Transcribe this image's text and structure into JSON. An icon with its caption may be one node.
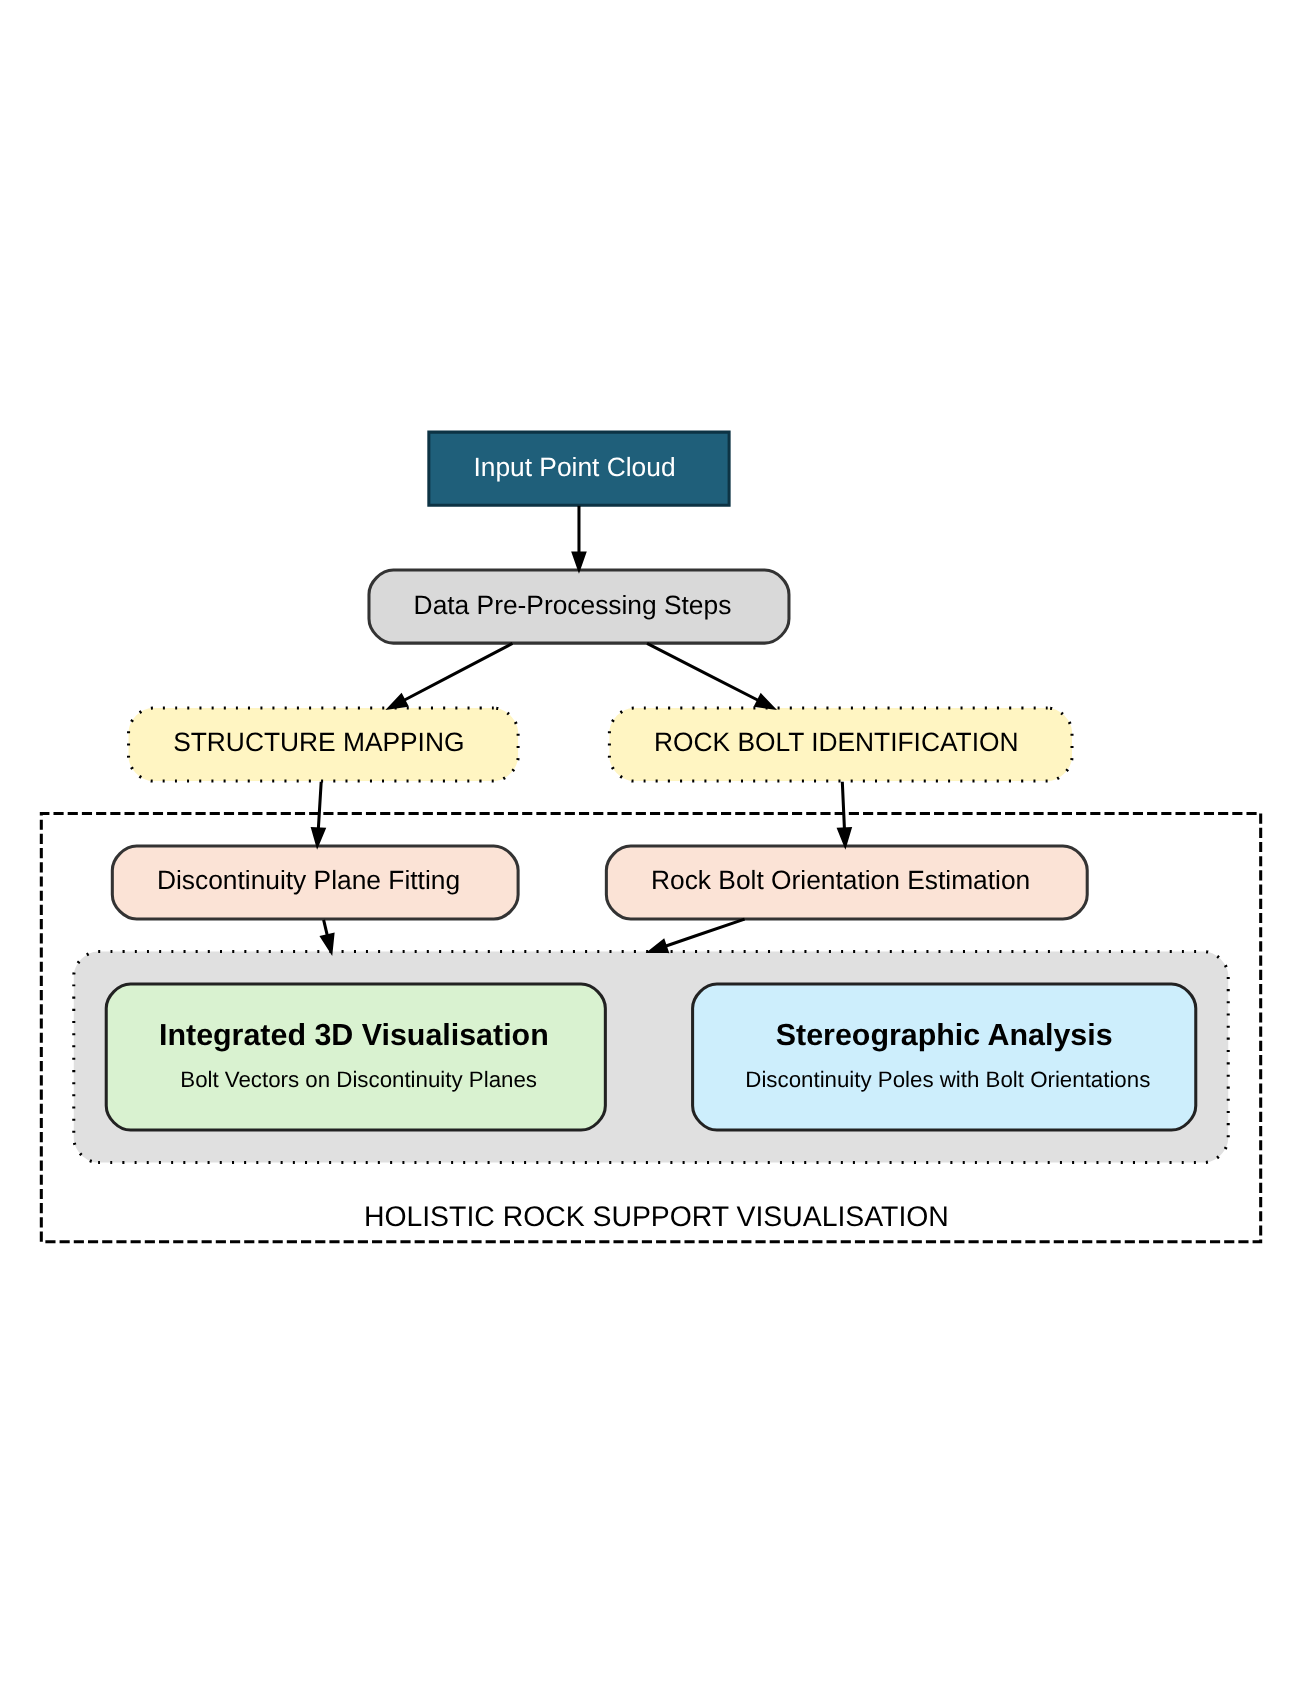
{
  "diagram": {
    "nodes": [
      {
        "text": [
          "Input Point Cloud"
        ]
      },
      {
        "text": [
          "Data Pre-Processing Steps"
        ]
      },
      {
        "text": [
          "STRUCTURE MAPPING"
        ]
      },
      {
        "text": [
          "ROCK BOLT IDENTIFICATION"
        ]
      },
      {
        "text": [
          "HOLISTIC ROCK SUPPORT VISUALISATION"
        ]
      },
      {
        "text": [
          "Discontinuity Plane Fitting"
        ],
        "in": 4
      },
      {
        "text": [
          "Rock Bolt Orientation Estimation"
        ],
        "in": 4
      },
      {
        "text": [],
        "shape": "box",
        "in": 4
      },
      {
        "text": [
          "Integrated 3D Visualisation",
          "Bolt Vectors on Discontinuity Planes"
        ],
        "in": 7
      },
      {
        "text": [
          "Stereographic Analysis",
          "Discontinuity Poles with Bolt Orientations"
        ],
        "in": 7
      }
    ],
    "edges": [
      {
        "from": 0,
        "to": 1,
        "arrow": "to"
      },
      {
        "from": 1,
        "to": 2,
        "arrow": "to"
      },
      {
        "from": 1,
        "to": 3,
        "arrow": "to"
      },
      {
        "from": 2,
        "to": 5,
        "arrow": "to"
      },
      {
        "from": 3,
        "to": 6,
        "arrow": "to"
      },
      {
        "from": 5,
        "to": 7,
        "arrow": "to"
      },
      {
        "from": 6,
        "to": 7,
        "arrow": "to"
      }
    ]
  }
}
